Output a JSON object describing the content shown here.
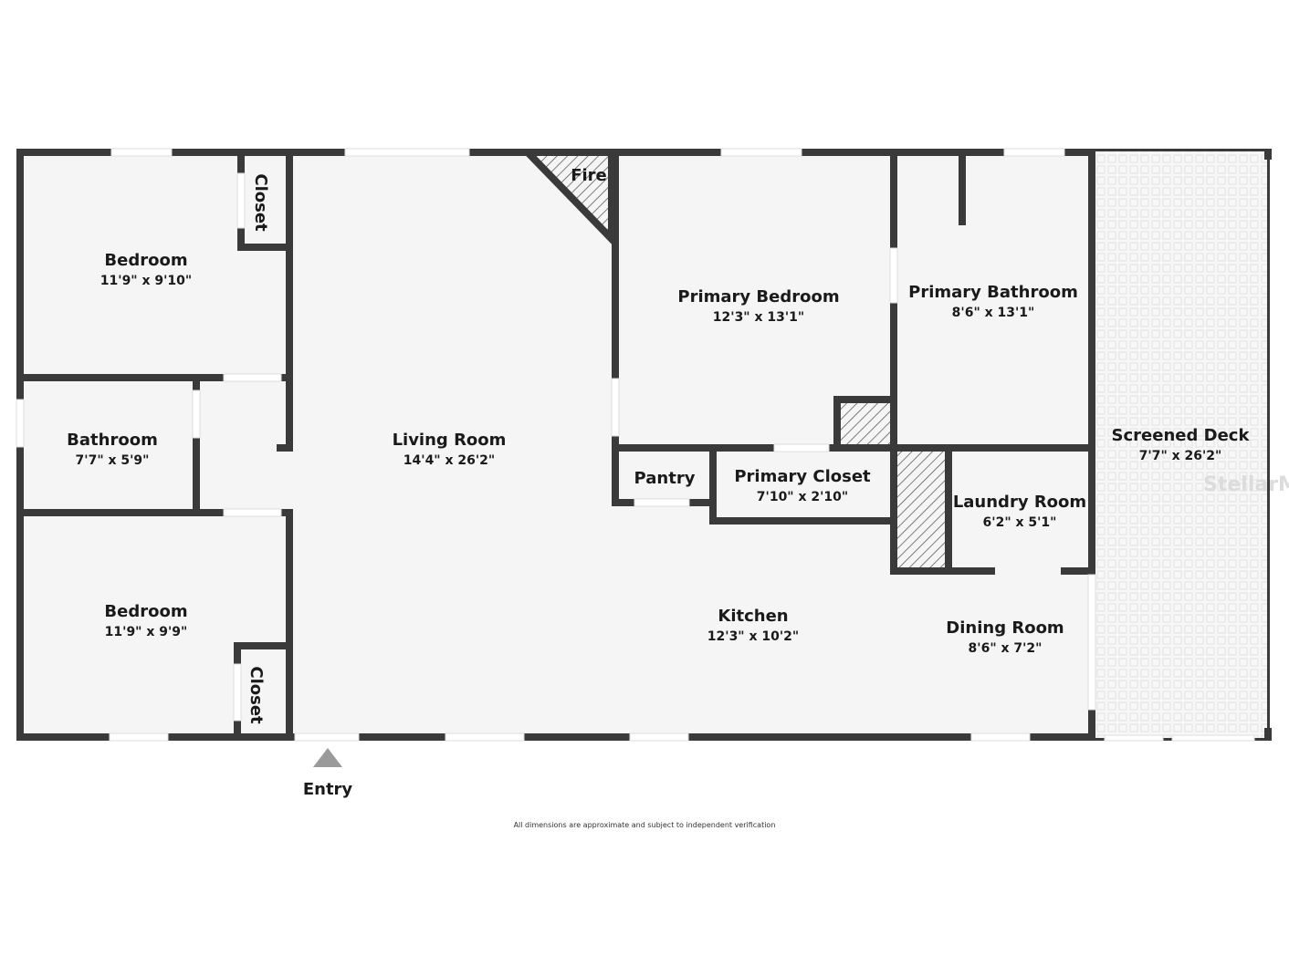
{
  "colors": {
    "wall": "#3a3a3a",
    "floor": "#f5f5f5",
    "hatch": "#555555",
    "deck_tile": "#e4e4e4"
  },
  "rooms": [
    {
      "name": "Bedroom",
      "dims": "11'9\" x 9'10\""
    },
    {
      "name": "Bathroom",
      "dims": "7'7\" x 5'9\""
    },
    {
      "name": "Bedroom",
      "dims": "11'9\" x 9'9\""
    },
    {
      "name": "Living Room",
      "dims": "14'4\" x 26'2\""
    },
    {
      "name": "Primary Bedroom",
      "dims": "12'3\" x 13'1\""
    },
    {
      "name": "Primary Bathroom",
      "dims": "8'6\" x 13'1\""
    },
    {
      "name": "Primary Closet",
      "dims": "7'10\" x 2'10\""
    },
    {
      "name": "Laundry Room",
      "dims": "6'2\" x 5'1\""
    },
    {
      "name": "Kitchen",
      "dims": "12'3\" x 10'2\""
    },
    {
      "name": "Dining Room",
      "dims": "8'6\" x 7'2\""
    },
    {
      "name": "Screened Deck",
      "dims": "7'7\" x 26'2\""
    }
  ],
  "small_labels": {
    "closet_top": "Closet",
    "closet_bottom": "Closet",
    "fire": "Fire",
    "pantry": "Pantry"
  },
  "entry": {
    "label": "Entry",
    "icon": "triangle-up-icon"
  },
  "footnote": "All dimensions are approximate and subject to independent verification",
  "watermark": "StellarMLS"
}
